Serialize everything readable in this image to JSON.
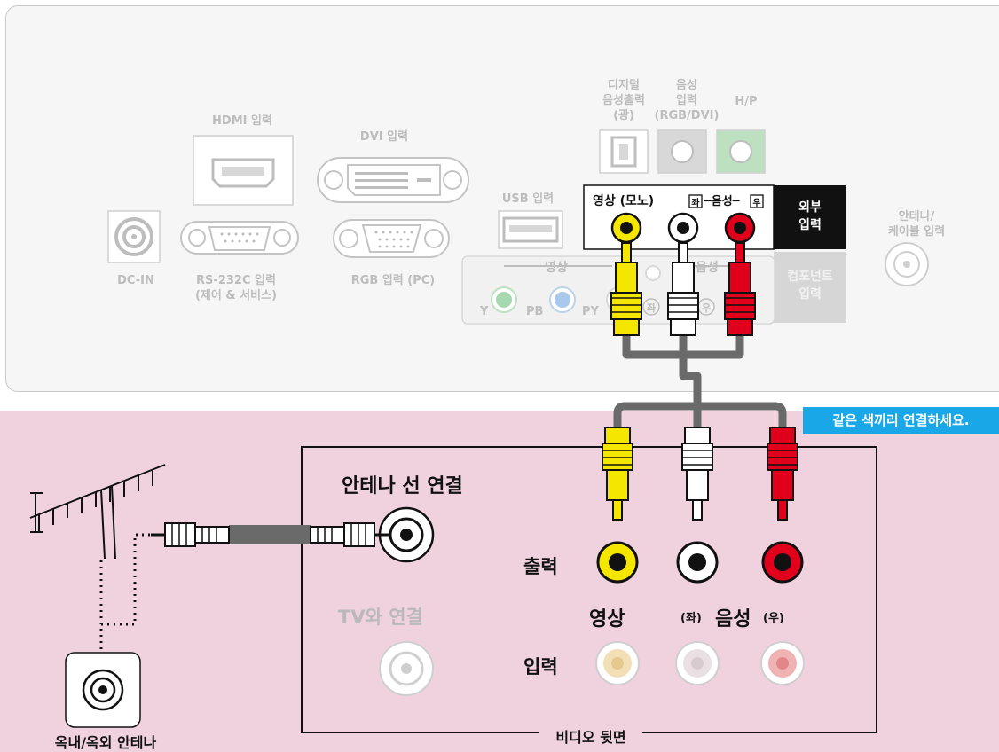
{
  "tv_panel": {
    "dc_in": "DC-IN",
    "rs232c_line1": "RS-232C 입력",
    "rs232c_line2": "(제어 & 서비스)",
    "hdmi": "HDMI 입력",
    "dvi": "DVI 입력",
    "rgb": "RGB 입력 (PC)",
    "usb": "USB 입력",
    "digital_audio": [
      "디지털",
      "음성출력",
      "(광)"
    ],
    "audio_in": [
      "음성",
      "입력",
      "(RGB/DVI)"
    ],
    "hp": "H/P",
    "av_header": "영상 (모노)",
    "left_mark": "좌",
    "audio_mark": "─음성─",
    "right_mark": "우",
    "external_input": [
      "외부",
      "입력"
    ],
    "component_input": [
      "컴포넌트",
      "입력"
    ],
    "antenna_cable": [
      "안테나/",
      "케이블 입력"
    ],
    "component_video": "영상",
    "component_audio": "음성",
    "y": "Y",
    "pb": "PB",
    "py": "PY",
    "comp_left": "좌",
    "comp_right": "우"
  },
  "banner": "같은 색끼리 연결하세요.",
  "video_back": {
    "antenna_connect": "안테나 선 연결",
    "tv_connect": "TV와 연결",
    "output": "출력",
    "input": "입력",
    "video": "영상",
    "left": "(좌)",
    "audio": "음성",
    "right": "(우)",
    "footer": "비디오 뒷면"
  },
  "antenna_label": "옥내/옥외 안테나",
  "colors": {
    "yellow": "#f5e600",
    "red": "#e0001b",
    "white": "#ffffff",
    "cable": "#6a6a6a",
    "banner": "#1aa7e8",
    "pink": "#f0d2de"
  }
}
